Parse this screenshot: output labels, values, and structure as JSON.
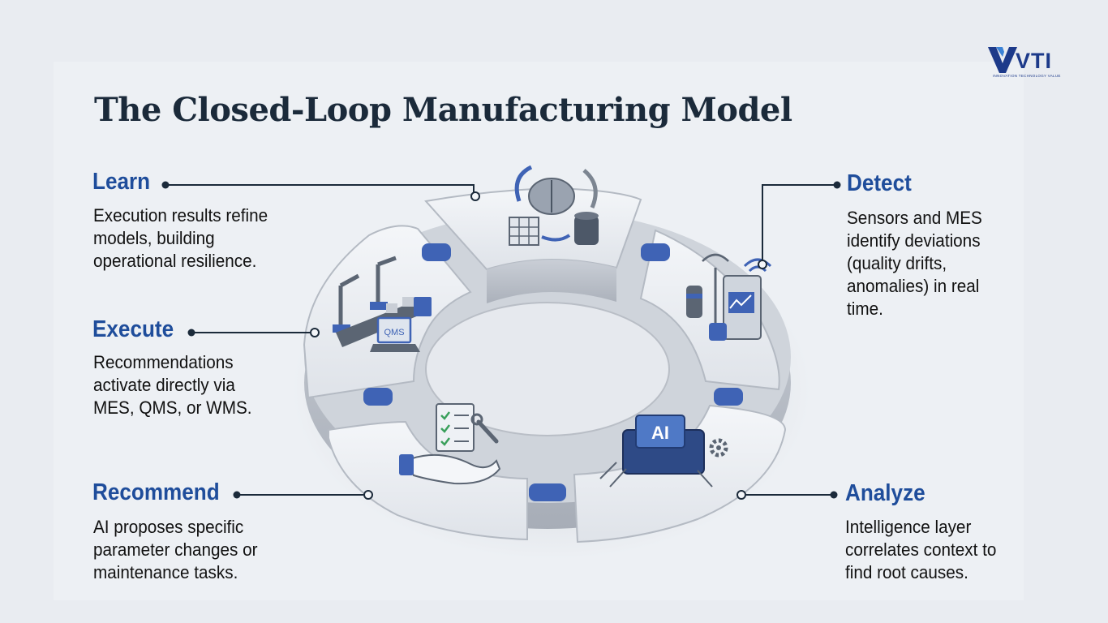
{
  "brand": {
    "name": "VTI",
    "tagline": "INNOVATION TECHNOLOGY VALUE",
    "color": "#1d3a8a"
  },
  "title": "The Closed-Loop Manufacturing Model",
  "steps": {
    "learn": {
      "label": "Learn",
      "lines": [
        "Execution results refine",
        "models, building",
        "operational resilience."
      ]
    },
    "execute": {
      "label": "Execute",
      "lines": [
        "Recommendations",
        "activate directly via",
        "MES, QMS, or WMS."
      ]
    },
    "recommend": {
      "label": "Recommend",
      "lines": [
        "AI proposes specific",
        "parameter changes or",
        "maintenance tasks."
      ]
    },
    "detect": {
      "label": "Detect",
      "lines": [
        "Sensors and MES",
        "identify deviations",
        "(quality drifts,",
        "anomalies) in real",
        "time."
      ]
    },
    "analyze": {
      "label": "Analyze",
      "lines": [
        "Intelligence layer",
        "correlates context to",
        "find root causes."
      ]
    }
  },
  "screen_text": {
    "qms": "QMS",
    "ai": "AI"
  },
  "colors": {
    "accent": "#1f4d9b",
    "text": "#111111",
    "title": "#1b2a3a",
    "icon_blue": "#3f63b5"
  }
}
